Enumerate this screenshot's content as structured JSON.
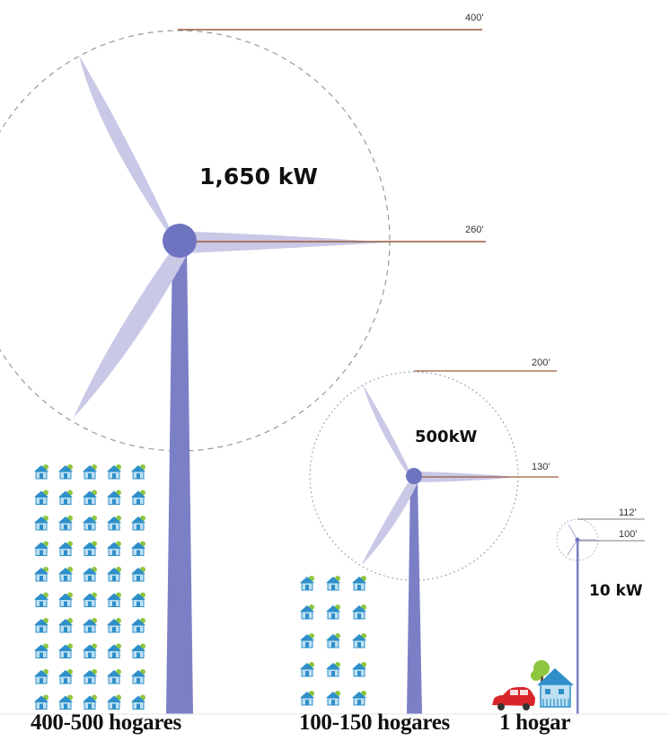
{
  "turbines": [
    {
      "power_label": "1,650 kW",
      "tip_height_label": "400'",
      "hub_height_label": "260'",
      "homes_label": "400-500 hogares",
      "house_icon_count": 50
    },
    {
      "power_label": "500kW",
      "tip_height_label": "200'",
      "hub_height_label": "130'",
      "homes_label": "100-150 hogares",
      "house_icon_count": 15
    },
    {
      "power_label": "10 kW",
      "tip_height_label": "112'",
      "hub_height_label": "100'",
      "homes_label": "1 hogar",
      "house_icon_count": 1
    }
  ],
  "icons": [
    "turbine-icon",
    "house-icon",
    "car-icon",
    "tree-icon"
  ],
  "colors": {
    "tower": "#7b80c6",
    "blade": "#c9c8e6",
    "hub": "#6f74c0",
    "height_line": "#9a5a3c",
    "dashed_circle": "#999999",
    "house_roof": "#2f8fc9",
    "house_wall": "#bfe0f2",
    "house_tree": "#8dc63f",
    "car": "#d9252a"
  }
}
